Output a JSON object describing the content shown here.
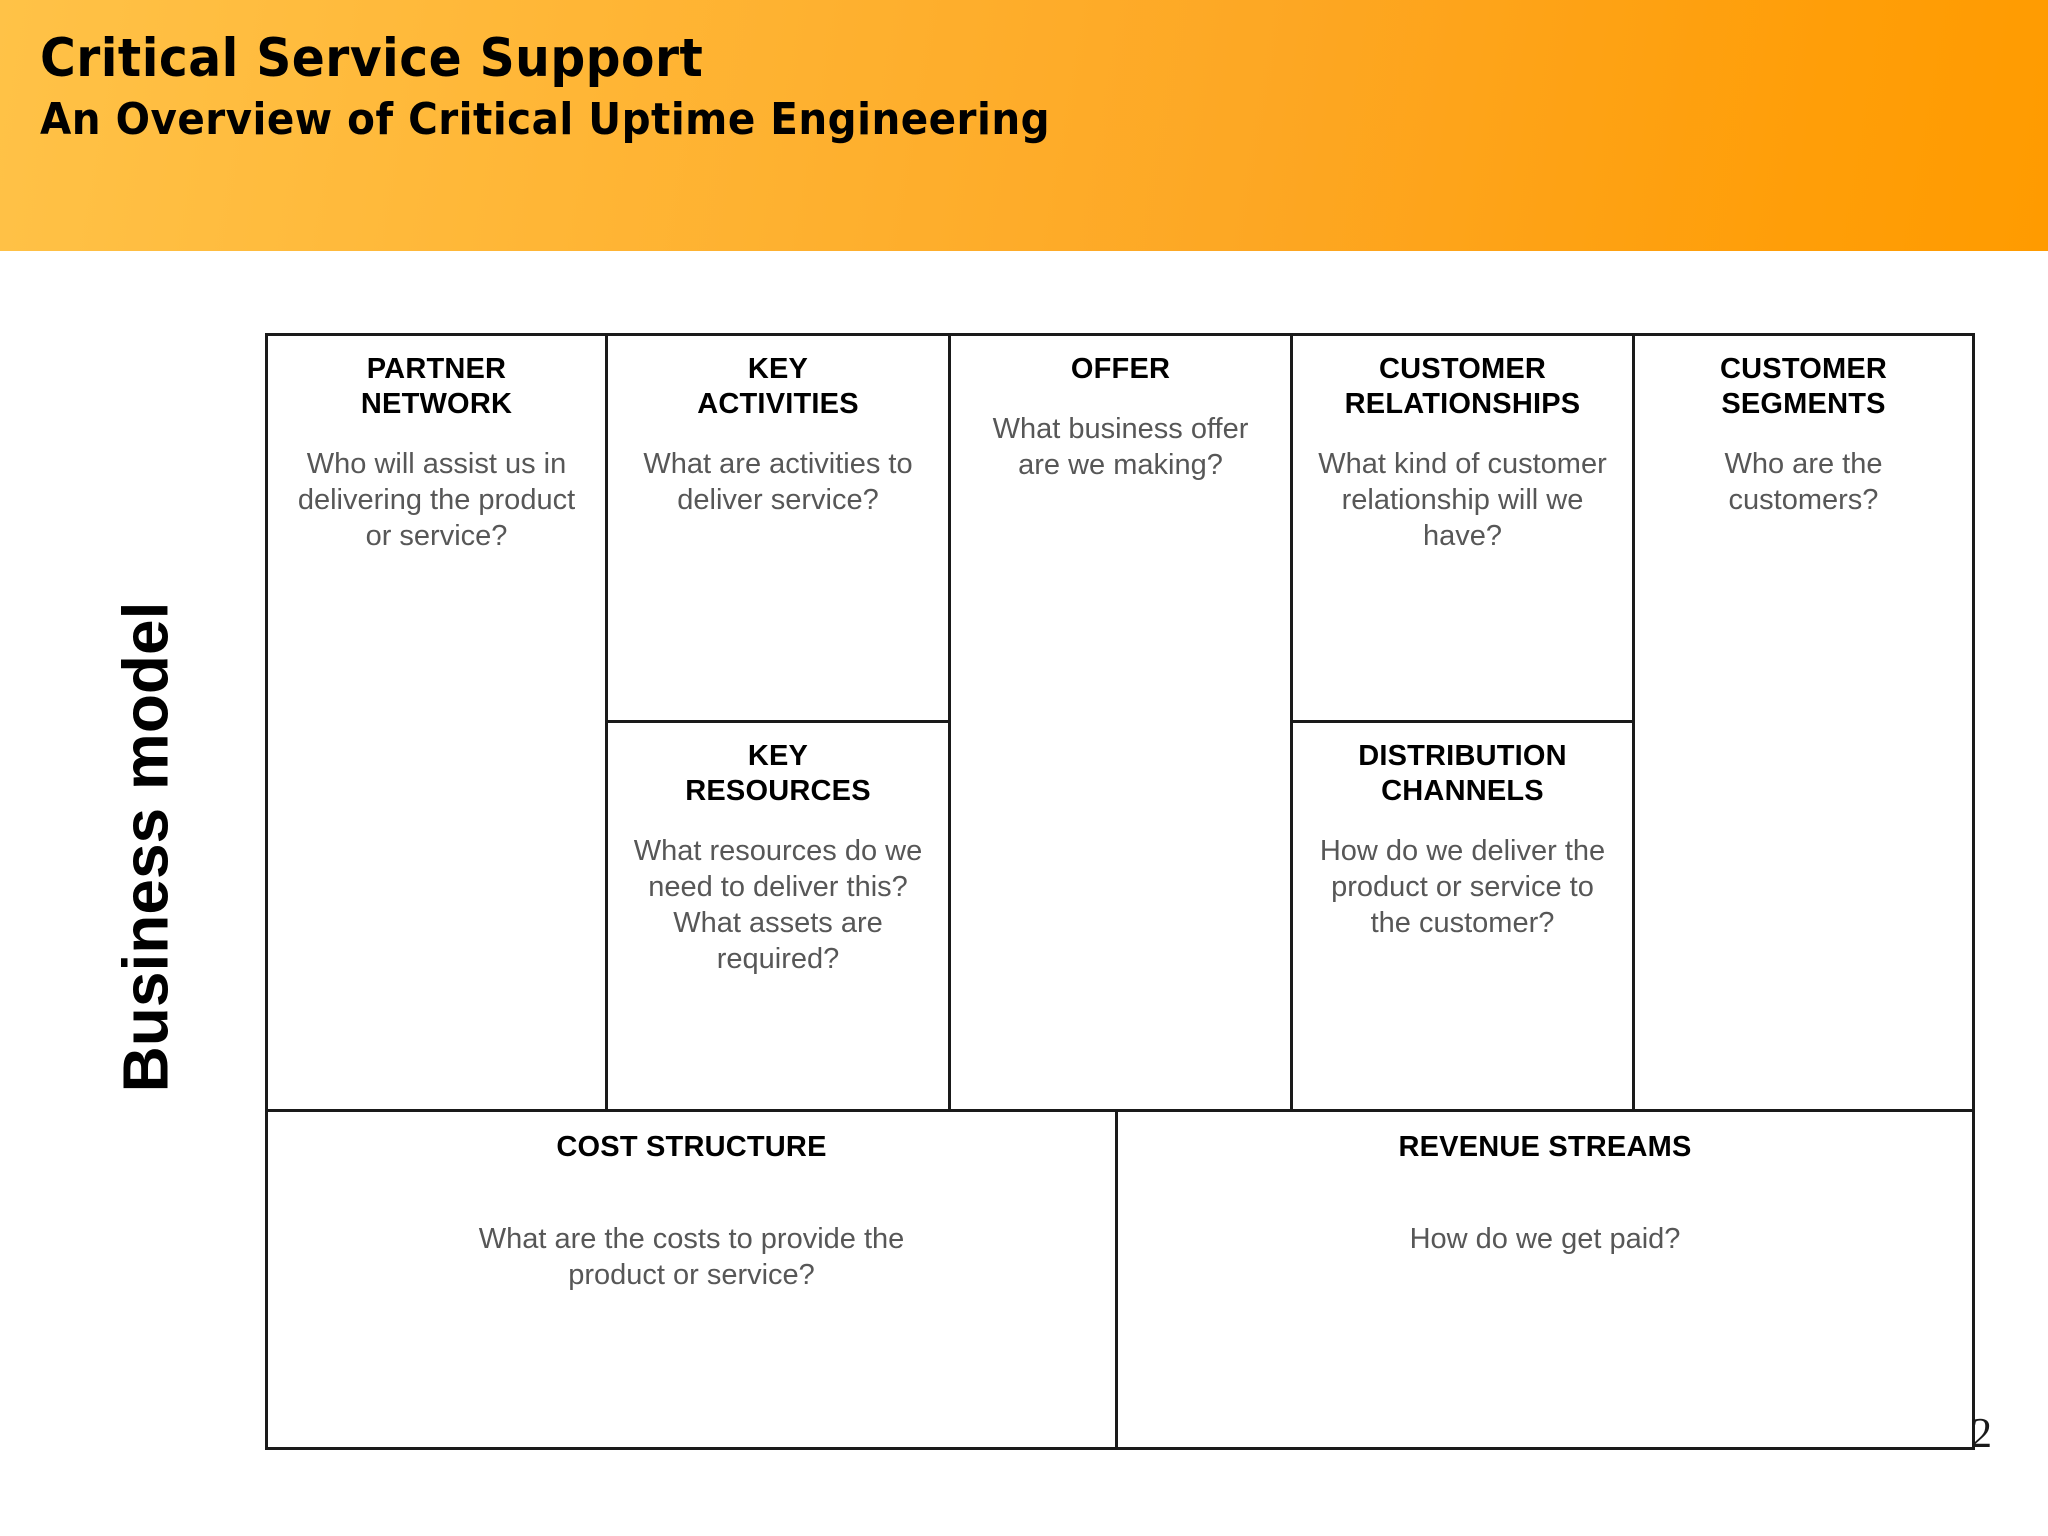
{
  "header": {
    "title": "Critical Service Support",
    "subtitle": "An Overview of Critical Uptime Engineering",
    "gradient_from": "#ffc247",
    "gradient_to": "#ff9b00"
  },
  "side_label": {
    "text": "Business model"
  },
  "canvas": {
    "border_color": "#1a1a1a",
    "title_color": "#000000",
    "body_color": "#575757",
    "cells": [
      {
        "key": "partner-network",
        "title": "PARTNER\nNETWORK",
        "title_line1": "PARTNER",
        "title_line2": "NETWORK",
        "body": "Who will assist us in delivering the product or service?"
      },
      {
        "key": "key-activities",
        "title_line1": "KEY",
        "title_line2": "ACTIVITIES",
        "body": "What are activities to deliver service?"
      },
      {
        "key": "key-resources",
        "title_line1": "KEY",
        "title_line2": "RESOURCES",
        "body": "What resources do we need to deliver this? What assets are required?"
      },
      {
        "key": "offer",
        "title_line1": "OFFER",
        "title_line2": "",
        "body": "What business offer are we making?"
      },
      {
        "key": "customer-relationships",
        "title_line1": "CUSTOMER",
        "title_line2": "RELATIONSHIPS",
        "body": "What kind of customer relationship will we have?"
      },
      {
        "key": "distribution-channels",
        "title_line1": "DISTRIBUTION",
        "title_line2": "CHANNELS",
        "body": "How do we deliver the product or service to the customer?"
      },
      {
        "key": "customer-segments",
        "title_line1": "CUSTOMER",
        "title_line2": "SEGMENTS",
        "body": "Who are the customers?"
      },
      {
        "key": "cost-structure",
        "title_line1": "COST STRUCTURE",
        "title_line2": "",
        "body": "What are the costs to provide the product or service?"
      },
      {
        "key": "revenue-streams",
        "title_line1": "REVENUE STREAMS",
        "title_line2": "",
        "body": "How do we get paid?"
      }
    ]
  },
  "footer": {
    "page_number": "2"
  }
}
